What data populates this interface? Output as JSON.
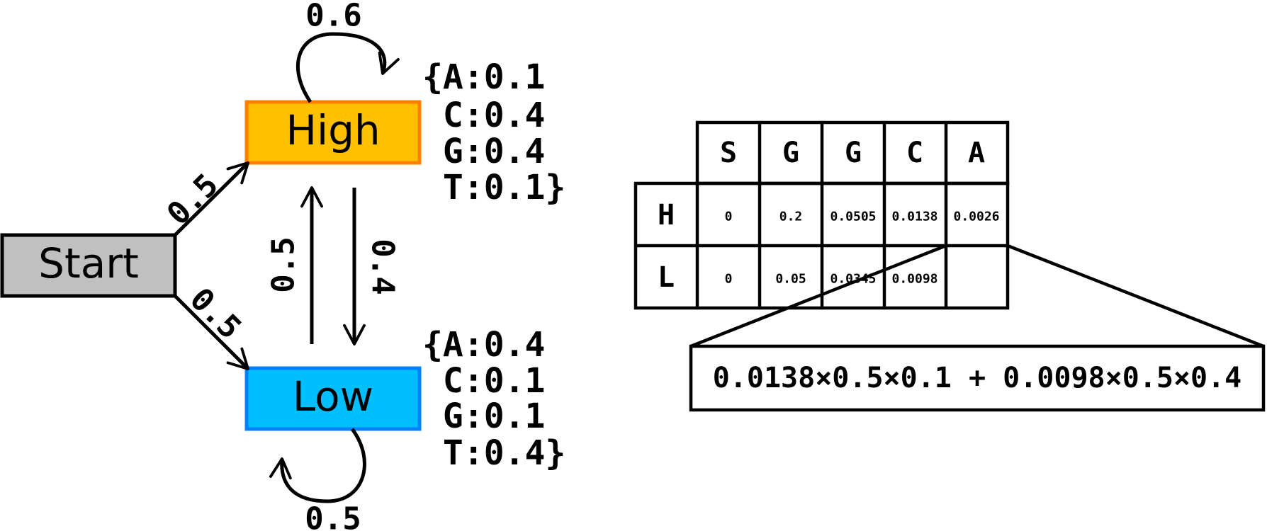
{
  "colors": {
    "start_fill": "#c0c0c0",
    "high_fill": "#ffc000",
    "high_border": "#ff8000",
    "low_fill": "#00bfff",
    "low_border": "#0080ff"
  },
  "states": {
    "start": "Start",
    "high": "High",
    "low": "Low"
  },
  "transitions": {
    "start_to_high": "0.5",
    "start_to_low": "0.5",
    "high_self": "0.6",
    "low_self": "0.5",
    "low_to_high": "0.5",
    "high_to_low": "0.4"
  },
  "emissions": {
    "high": [
      "{A:0.1",
      " C:0.4",
      " G:0.4",
      " T:0.1}"
    ],
    "low": [
      "{A:0.4",
      " C:0.1",
      " G:0.1",
      " T:0.4}"
    ]
  },
  "table": {
    "columns": [
      "S",
      "G",
      "G",
      "C",
      "A"
    ],
    "rows": [
      {
        "label": "H",
        "cells": [
          "0",
          "0.2",
          "0.0505",
          "0.0138",
          "0.0026"
        ]
      },
      {
        "label": "L",
        "cells": [
          "0",
          "0.05",
          "0.0345",
          "0.0098",
          ""
        ]
      }
    ]
  },
  "formula": "0.0138×0.5×0.1 + 0.0098×0.5×0.4"
}
